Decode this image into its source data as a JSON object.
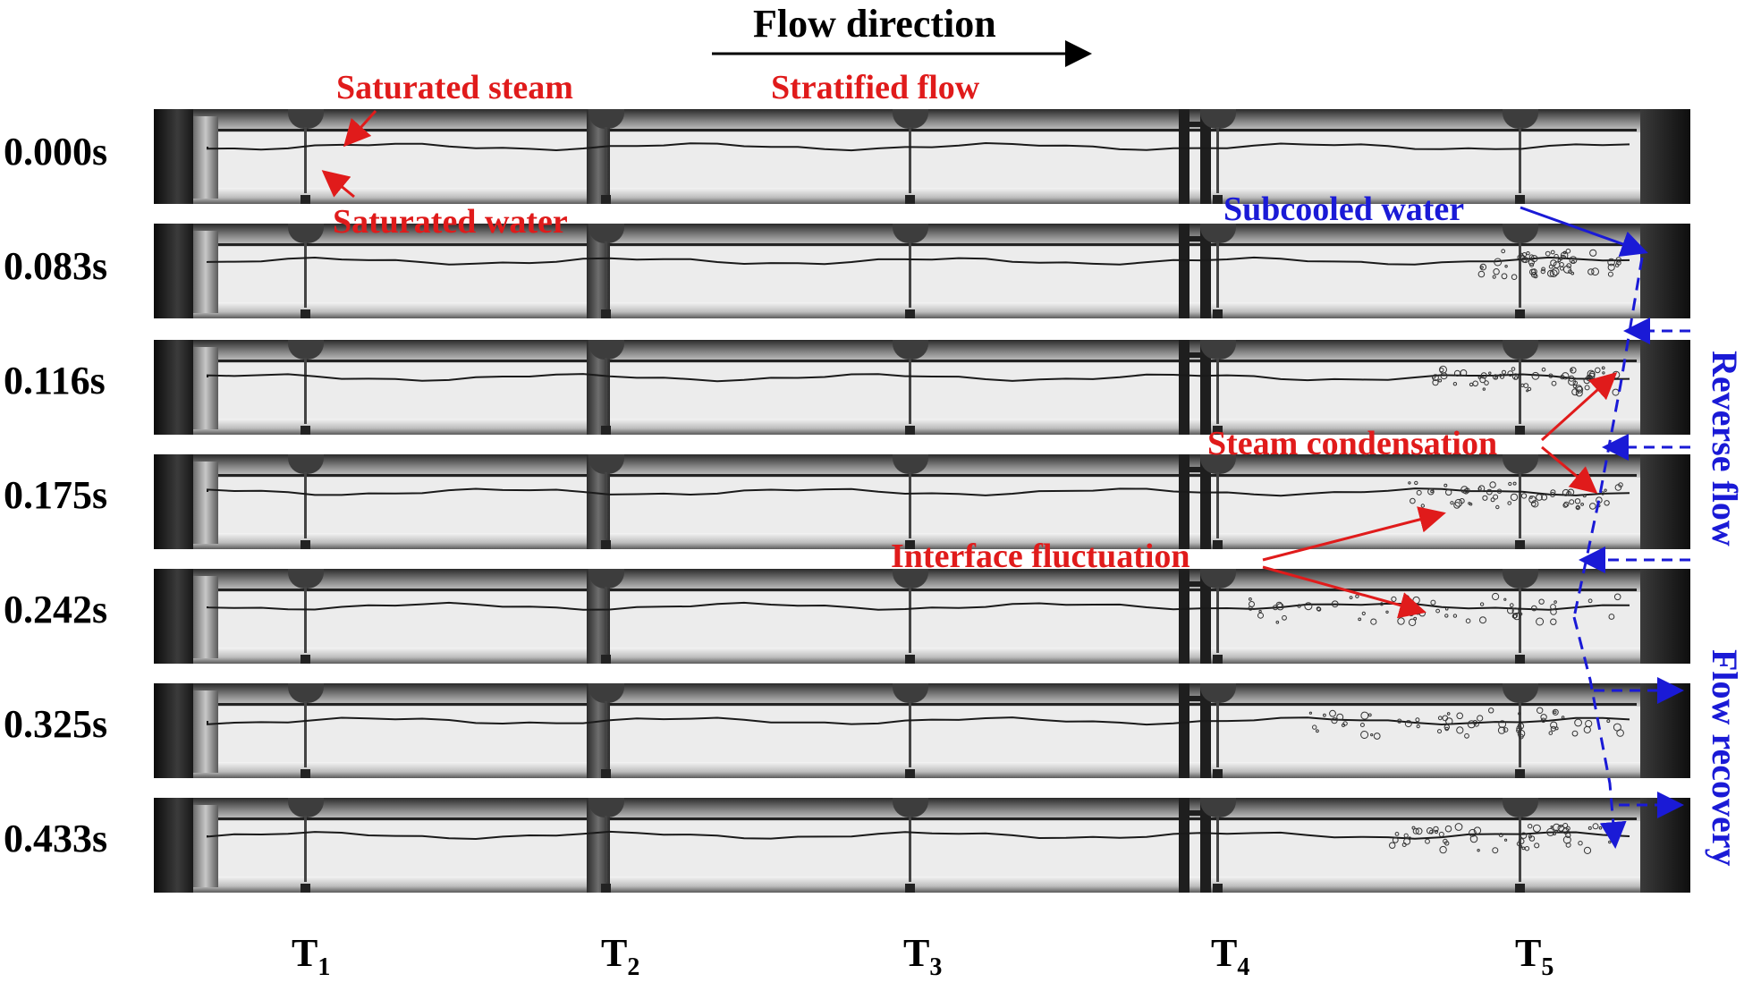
{
  "header": {
    "flow_direction": "Flow direction",
    "stratified_flow": "Stratified flow"
  },
  "frames": [
    {
      "time": "0.000s"
    },
    {
      "time": "0.083s"
    },
    {
      "time": "0.116s"
    },
    {
      "time": "0.175s"
    },
    {
      "time": "0.242s"
    },
    {
      "time": "0.325s"
    },
    {
      "time": "0.433s"
    }
  ],
  "thermocouples": [
    {
      "name": "T",
      "sub": "1"
    },
    {
      "name": "T",
      "sub": "2"
    },
    {
      "name": "T",
      "sub": "3"
    },
    {
      "name": "T",
      "sub": "4"
    },
    {
      "name": "T",
      "sub": "5"
    }
  ],
  "annotations": {
    "saturated_steam": "Saturated steam",
    "saturated_water": "Saturated water",
    "subcooled_water": "Subcooled water",
    "steam_condensation": "Steam condensation",
    "interface_fluctuation": "Interface fluctuation",
    "reverse_flow": "Reverse flow",
    "flow_recovery": "Flow recovery"
  },
  "colors": {
    "annotation_red": "#e01b1b",
    "annotation_blue": "#1a1ad6",
    "text_black": "#000000",
    "background": "#ffffff"
  }
}
